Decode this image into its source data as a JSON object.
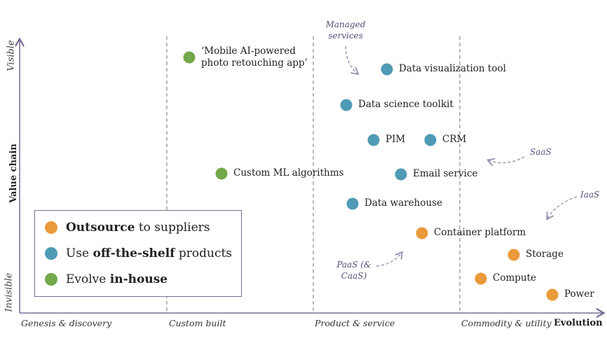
{
  "colors": {
    "outsource": "#ea9a3a",
    "off_the_shelf": "#4f9ab5",
    "in_house": "#73a84a",
    "axis": "#7b6d96",
    "annotation": "#5a4a78"
  },
  "axis": {
    "y_title": "Value chain",
    "y_top": "Visible",
    "y_bottom": "Invisible",
    "x_title": "Evolution",
    "stages": [
      "Genesis & discovery",
      "Custom built",
      "Product & service",
      "Commodity & utility"
    ]
  },
  "nodes": [
    {
      "label": "‘Mobile AI-powered photo retouching app’",
      "category": "in_house"
    },
    {
      "label": "Custom ML algorithms",
      "category": "in_house"
    },
    {
      "label": "Data visualization tool",
      "category": "off_the_shelf"
    },
    {
      "label": "Data science toolkit",
      "category": "off_the_shelf"
    },
    {
      "label": "PIM",
      "category": "off_the_shelf"
    },
    {
      "label": "CRM",
      "category": "off_the_shelf"
    },
    {
      "label": "Email service",
      "category": "off_the_shelf"
    },
    {
      "label": "Data warehouse",
      "category": "off_the_shelf"
    },
    {
      "label": "Container platform",
      "category": "outsource"
    },
    {
      "label": "Storage",
      "category": "outsource"
    },
    {
      "label": "Compute",
      "category": "outsource"
    },
    {
      "label": "Power",
      "category": "outsource"
    }
  ],
  "annotations": {
    "managed": "Managed services",
    "saas": "SaaS",
    "iaas": "IaaS",
    "paas": "PaaS (& CaaS)"
  },
  "legend": {
    "outsource_bold": "Outsource",
    "outsource_rest": " to suppliers",
    "shelf_pre": "Use ",
    "shelf_bold": "off-the-shelf",
    "shelf_rest": " products",
    "house_pre": "Evolve ",
    "house_bold": "in-house"
  }
}
